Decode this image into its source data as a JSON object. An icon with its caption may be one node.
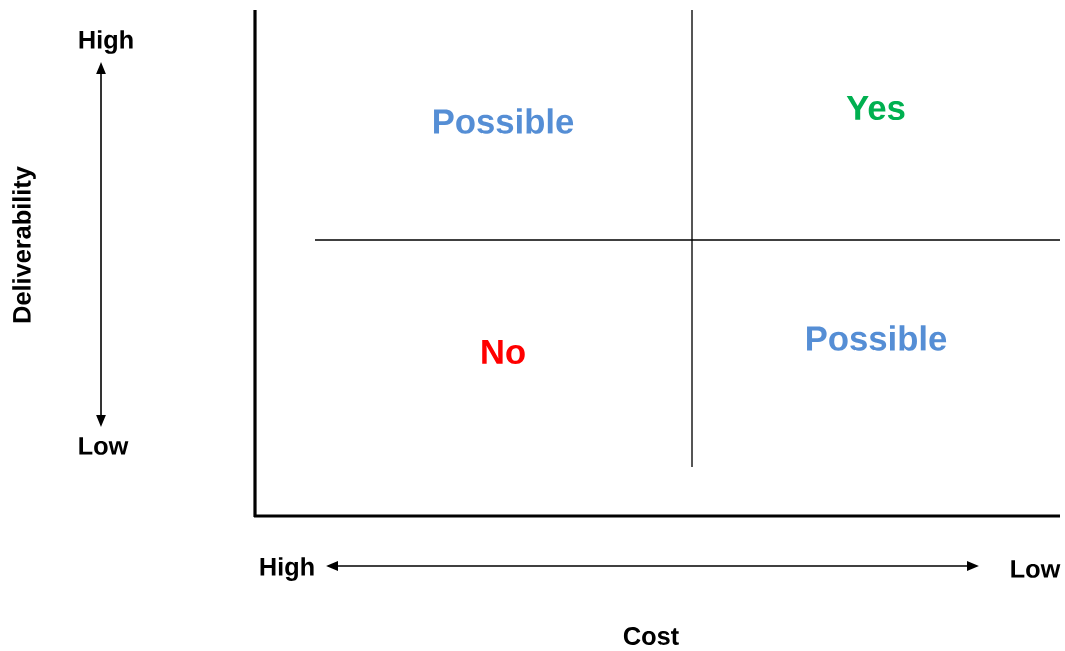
{
  "diagram": {
    "labels": [
      "High",
      "Yes",
      "Possible",
      "Deliverability",
      "Possible",
      "No",
      "Low",
      "High",
      "Low",
      "Cost"
    ]
  }
}
